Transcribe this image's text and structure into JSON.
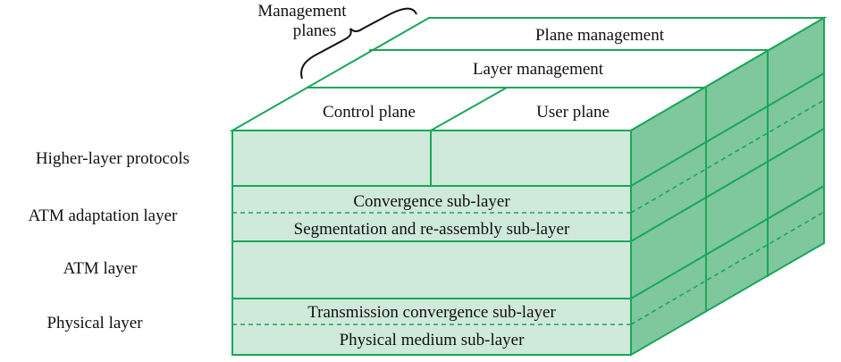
{
  "diagram": {
    "management_label_line1": "Management",
    "management_label_line2": "planes",
    "top_faces": {
      "plane_management": "Plane management",
      "layer_management": "Layer management",
      "control_plane": "Control plane",
      "user_plane": "User plane"
    },
    "left_labels": {
      "higher_layer": "Higher-layer protocols",
      "aal": "ATM adaptation layer",
      "atm": "ATM layer",
      "physical": "Physical layer"
    },
    "front_rows": {
      "convergence": "Convergence sub-layer",
      "sar": "Segmentation and re-assembly sub-layer",
      "tc": "Transmission convergence sub-layer",
      "pmd": "Physical medium sub-layer"
    },
    "colors": {
      "stroke": "#1aa65a",
      "front_fill": "#cfe9da",
      "side_fill": "#7fc79d",
      "top_fill": "#ffffff"
    }
  }
}
